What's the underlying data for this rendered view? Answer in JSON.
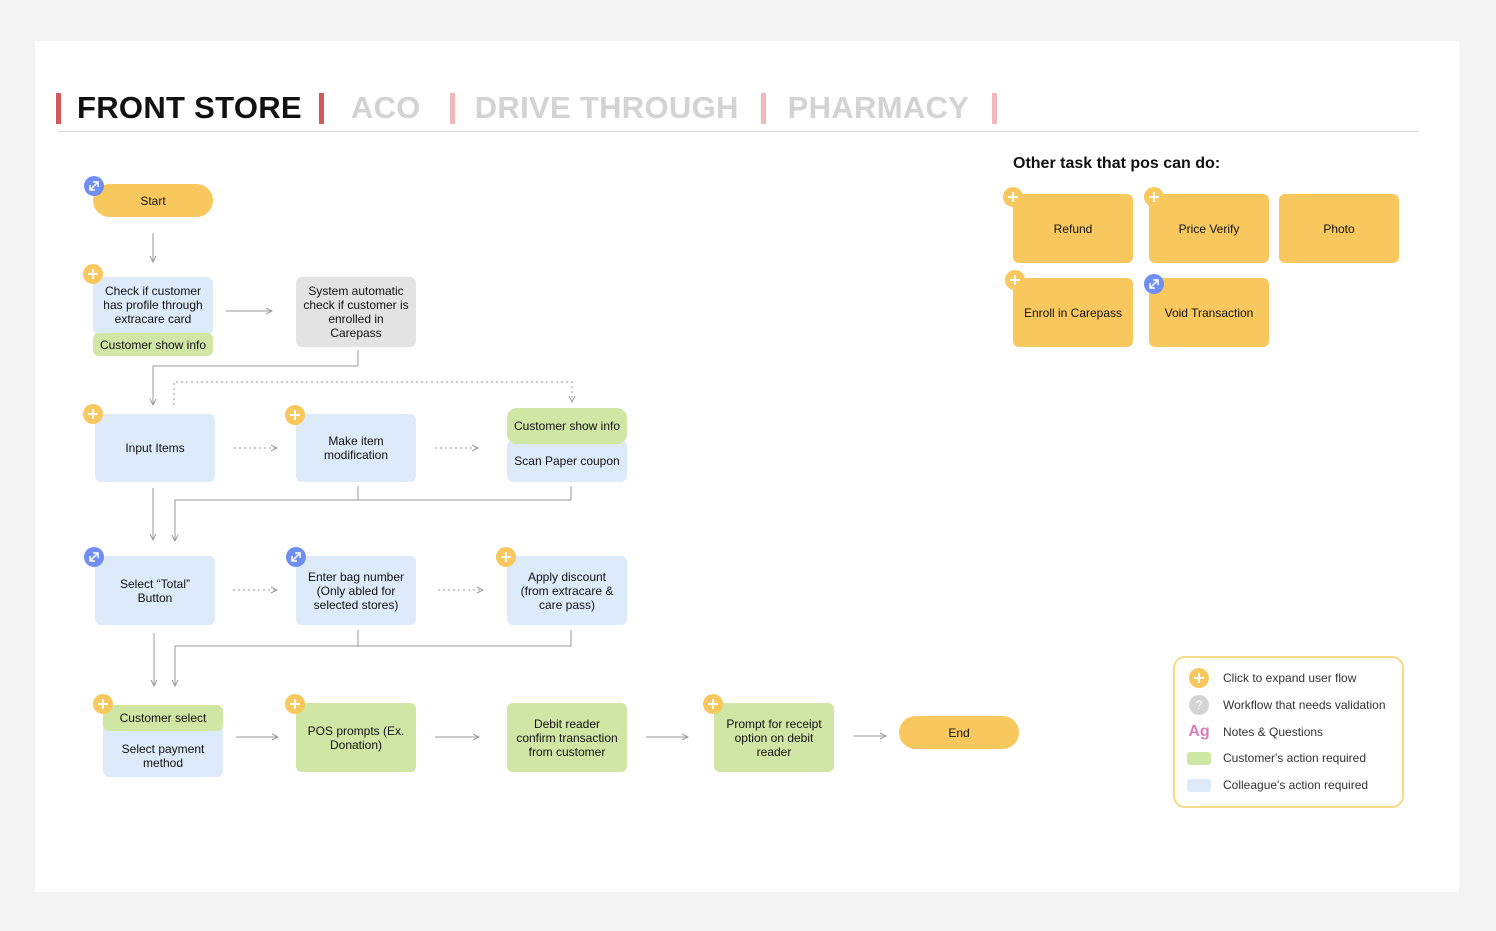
{
  "tabs": [
    {
      "label": "FRONT STORE",
      "active": true
    },
    {
      "label": "ACO",
      "active": false
    },
    {
      "label": "DRIVE THROUGH",
      "active": false
    },
    {
      "label": "PHARMACY",
      "active": false
    }
  ],
  "flow": {
    "start": "Start",
    "check_profile": "Check if customer has profile through extracare card",
    "customer_show_info_1": "Customer show info",
    "system_check": "System automatic check if customer is enrolled in Carepass",
    "input_items": "Input Items",
    "make_modification": "Make item modification",
    "customer_show_info_2": "Customer show info",
    "scan_coupon": "Scan Paper coupon",
    "select_total": "Select “Total” Button",
    "enter_bag": "Enter bag number (Only abled for selected stores)",
    "apply_discount": "Apply discount (from extracare & care pass)",
    "customer_select": "Customer select",
    "select_payment": "Select payment method",
    "pos_prompts": "POS prompts (Ex. Donation)",
    "debit_confirm": "Debit reader confirm transaction from customer",
    "prompt_receipt": "Prompt for receipt option on debit reader",
    "end": "End"
  },
  "other_tasks": {
    "title": "Other task that pos can do:",
    "items": [
      "Refund",
      "Price Verify",
      "Photo",
      "Enroll in Carepass",
      "Void Transaction"
    ]
  },
  "legend": {
    "items": [
      {
        "label": "Click to expand user flow",
        "icon": "plus-icon"
      },
      {
        "label": "Workflow that needs validation",
        "icon": "question-icon"
      },
      {
        "label": "Notes & Questions",
        "icon": "ag-icon",
        "glyph": "Ag"
      },
      {
        "label": "Customer's action required",
        "icon": "green-swatch"
      },
      {
        "label": "Colleague's action required",
        "icon": "blue-swatch"
      }
    ]
  },
  "colors": {
    "yellow": "#f8c85f",
    "green": "#cfe6a4",
    "blue": "#dceafa",
    "gray": "#e3e3e3",
    "accent_red": "#d4575a",
    "expand_blue": "#6f8ef0"
  }
}
